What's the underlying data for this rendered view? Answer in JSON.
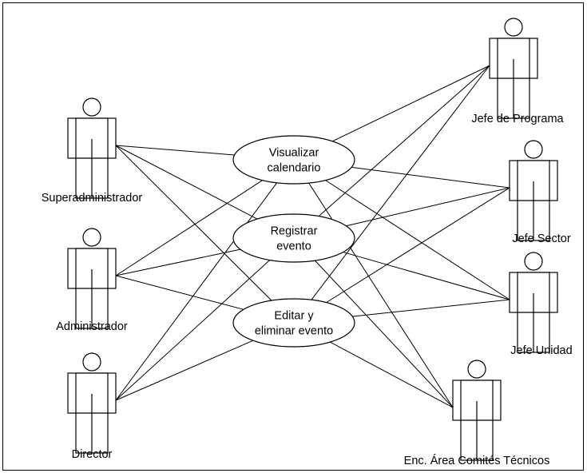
{
  "actors": [
    {
      "id": "superadmin",
      "label": "Superadministrador"
    },
    {
      "id": "admin",
      "label": "Administrador"
    },
    {
      "id": "director",
      "label": "Director"
    },
    {
      "id": "jefe_programa",
      "label": "Jefe de Programa"
    },
    {
      "id": "jefe_sector",
      "label": "Jefe Sector"
    },
    {
      "id": "jefe_unidad",
      "label": "Jefe Unidad"
    },
    {
      "id": "enc_area",
      "label": "Enc. Área Comités Técnicos"
    }
  ],
  "use_cases": [
    {
      "id": "visualizar",
      "lines": [
        "Visualizar",
        "calendario"
      ]
    },
    {
      "id": "registrar",
      "lines": [
        "Registrar",
        "evento"
      ]
    },
    {
      "id": "editar",
      "lines": [
        "Editar y",
        "eliminar evento"
      ]
    }
  ],
  "associations": [
    [
      "superadmin",
      "visualizar"
    ],
    [
      "superadmin",
      "registrar"
    ],
    [
      "superadmin",
      "editar"
    ],
    [
      "admin",
      "visualizar"
    ],
    [
      "admin",
      "registrar"
    ],
    [
      "admin",
      "editar"
    ],
    [
      "director",
      "visualizar"
    ],
    [
      "director",
      "registrar"
    ],
    [
      "director",
      "editar"
    ],
    [
      "jefe_programa",
      "visualizar"
    ],
    [
      "jefe_programa",
      "registrar"
    ],
    [
      "jefe_programa",
      "editar"
    ],
    [
      "jefe_sector",
      "visualizar"
    ],
    [
      "jefe_sector",
      "registrar"
    ],
    [
      "jefe_sector",
      "editar"
    ],
    [
      "jefe_unidad",
      "visualizar"
    ],
    [
      "jefe_unidad",
      "registrar"
    ],
    [
      "jefe_unidad",
      "editar"
    ],
    [
      "enc_area",
      "visualizar"
    ],
    [
      "enc_area",
      "registrar"
    ],
    [
      "enc_area",
      "editar"
    ]
  ]
}
